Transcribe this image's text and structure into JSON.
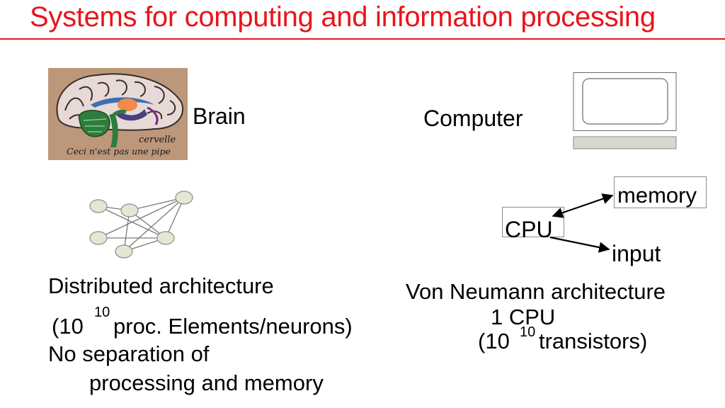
{
  "slide": {
    "title": "Systems for computing and information processing"
  },
  "brain": {
    "label": "Brain",
    "image_caption_line1": "cervelle",
    "image_caption_line2": "Ceci n'est pas une pipe"
  },
  "computer": {
    "label": "Computer"
  },
  "von_neumann_diagram": {
    "cpu_label": "CPU",
    "memory_label": "memory",
    "input_label": "input"
  },
  "left_text": {
    "heading": "Distributed architecture",
    "line2_prefix": "(10",
    "line2_exponent": "10",
    "line2_suffix": "proc. Elements/neurons)",
    "line3": "No separation of",
    "line4": "processing and memory"
  },
  "right_text": {
    "heading": "Von Neumann architecture",
    "line2": "1 CPU",
    "line3_prefix": "(10",
    "line3_exponent": "10",
    "line3_suffix": "transistors)"
  },
  "colors": {
    "title": "#e8151b",
    "node_fill": "#e6e6d4",
    "brain_bg": "#b08a6a"
  }
}
